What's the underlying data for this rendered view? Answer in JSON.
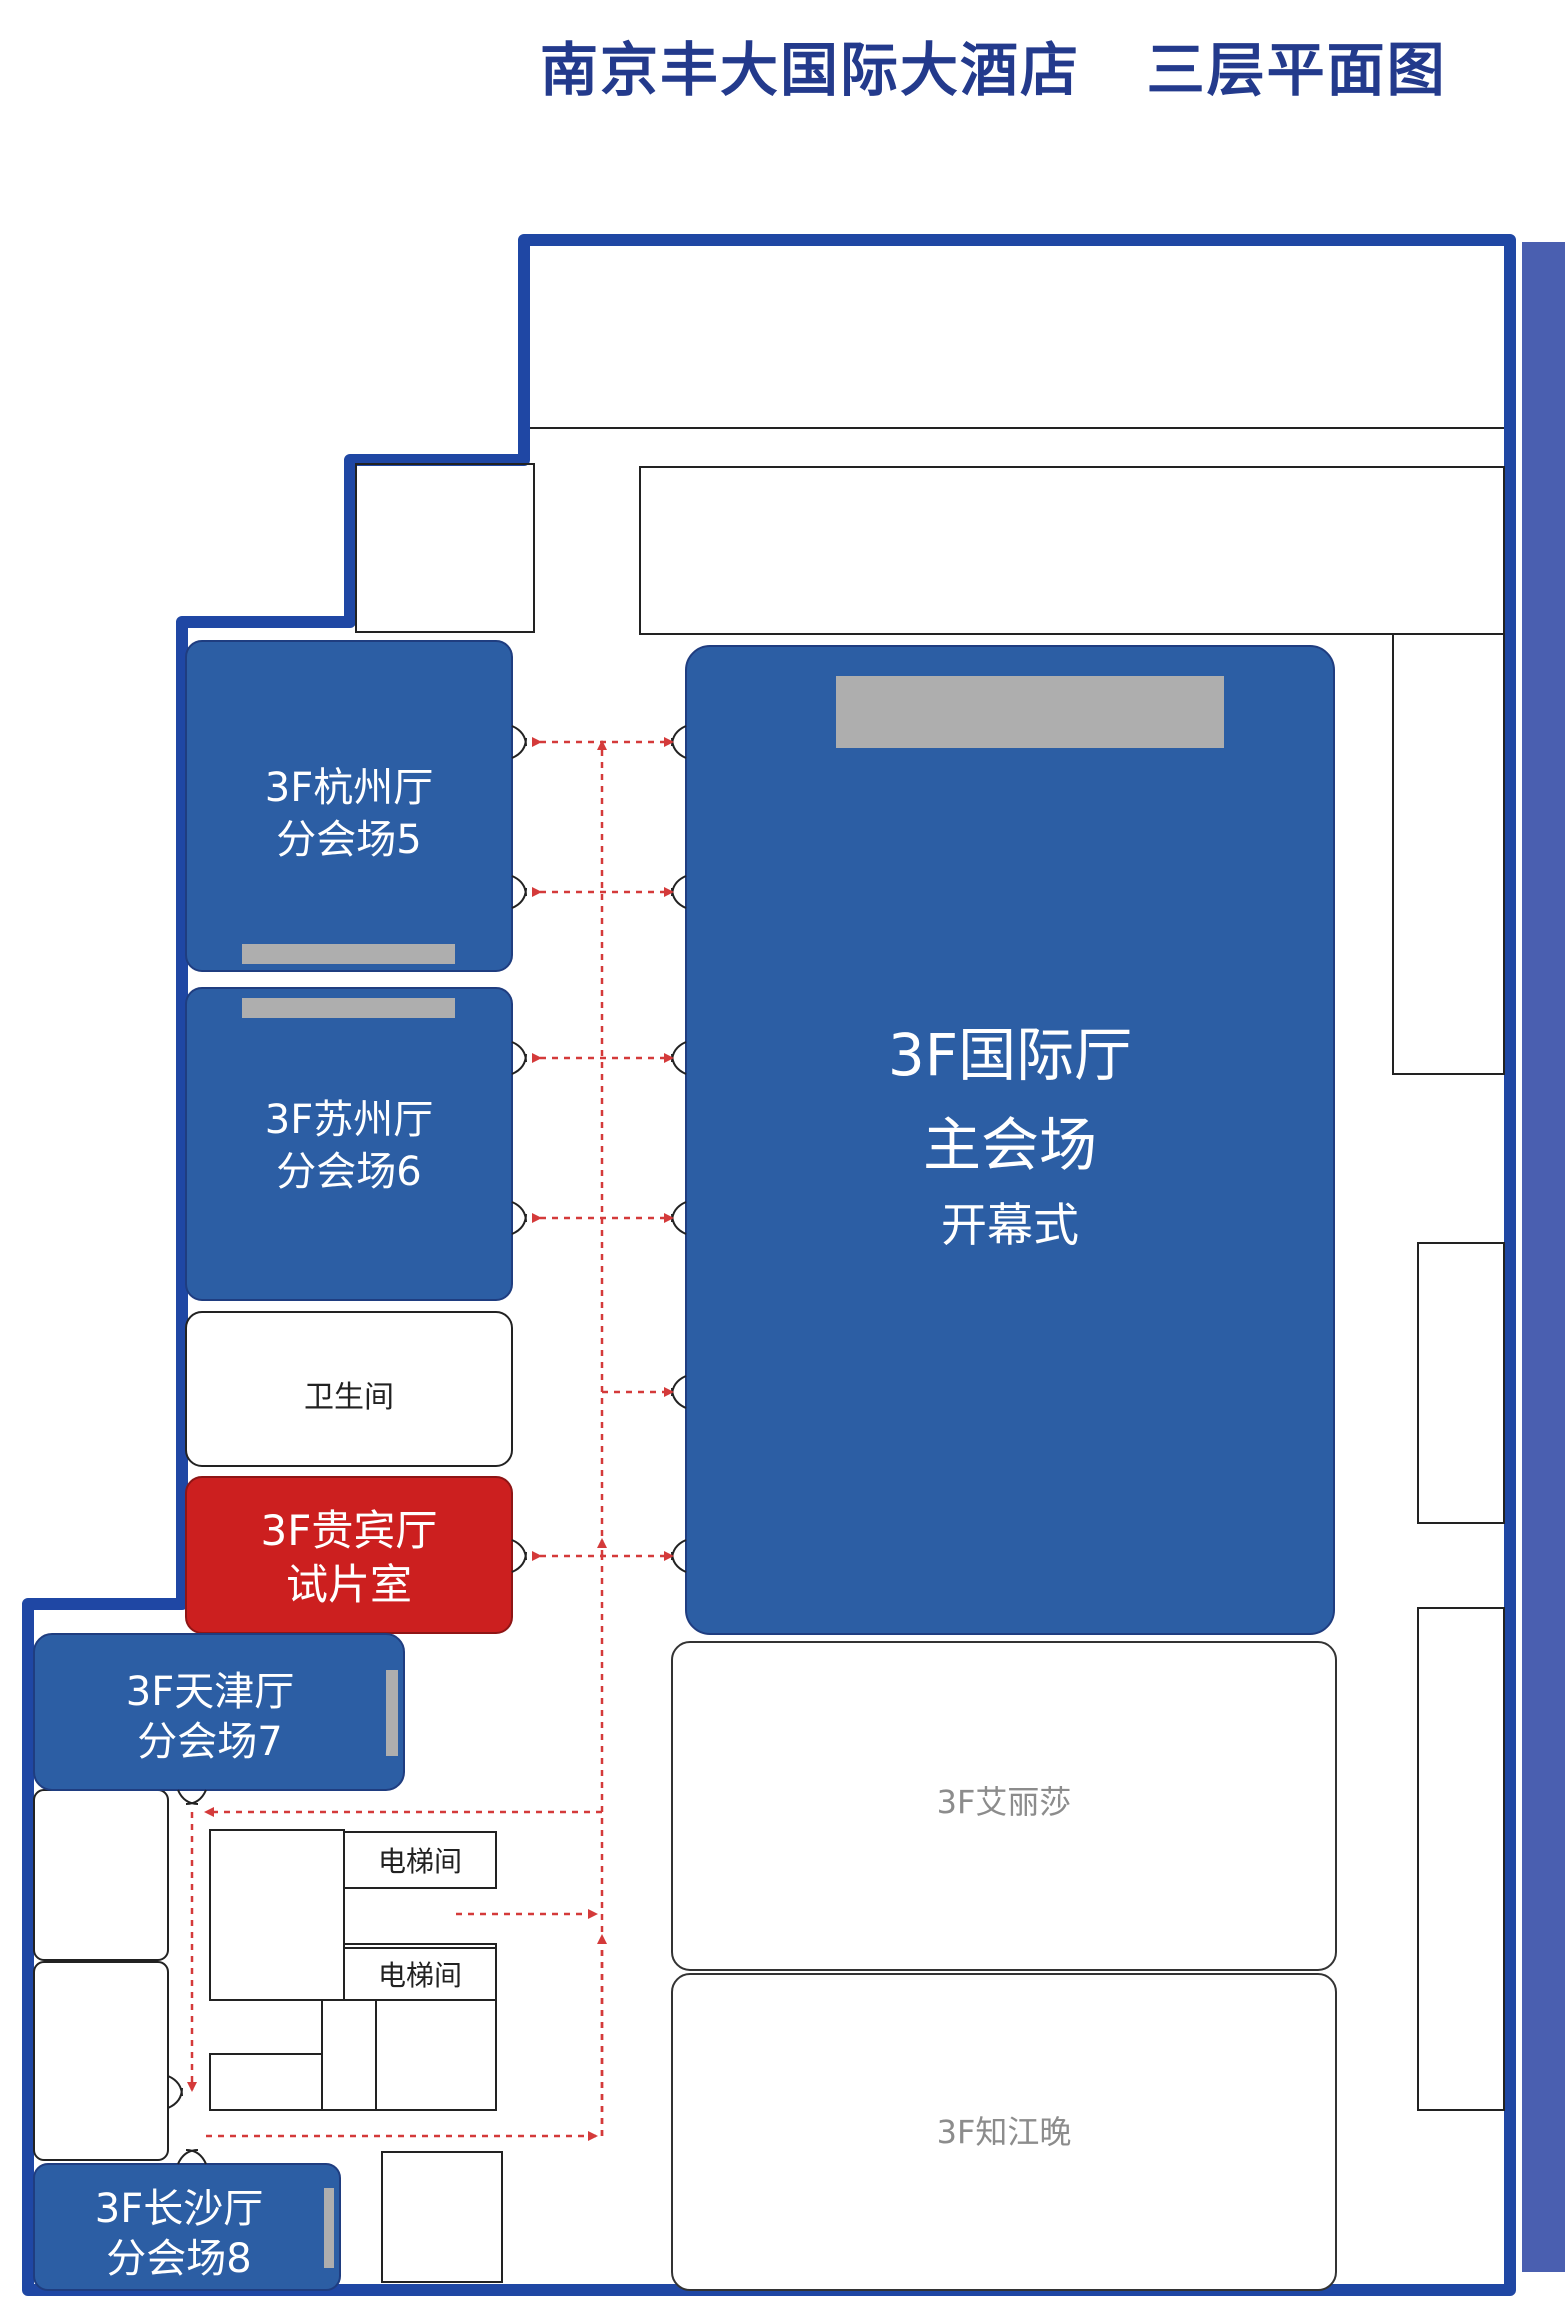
{
  "title": "南京丰大国际大酒店   三层平面图",
  "colors": {
    "outline": "#1f47a4",
    "hall_blue": "#2c5ea4",
    "vip_red": "#cc1f1f",
    "stage_grey": "#aeaeae",
    "route_red": "#d43a3a",
    "side_bar": "#4a5fb0"
  },
  "rooms": {
    "main_hall": {
      "name": "3F国际厅",
      "role": "主会场",
      "event": "开幕式"
    },
    "hangzhou": {
      "name": "3F杭州厅",
      "role": "分会场5"
    },
    "suzhou": {
      "name": "3F苏州厅",
      "role": "分会场6"
    },
    "restroom": {
      "name": "卫生间"
    },
    "vip": {
      "name": "3F贵宾厅",
      "role": "试片室"
    },
    "tianjin": {
      "name": "3F天津厅",
      "role": "分会场7"
    },
    "changsha": {
      "name": "3F长沙厅",
      "role": "分会场8"
    },
    "elevator_1": {
      "name": "电梯间"
    },
    "elevator_2": {
      "name": "电梯间"
    },
    "elisa": {
      "name": "3F艾丽莎"
    },
    "zhijiangwan": {
      "name": "3F知江晚"
    }
  }
}
